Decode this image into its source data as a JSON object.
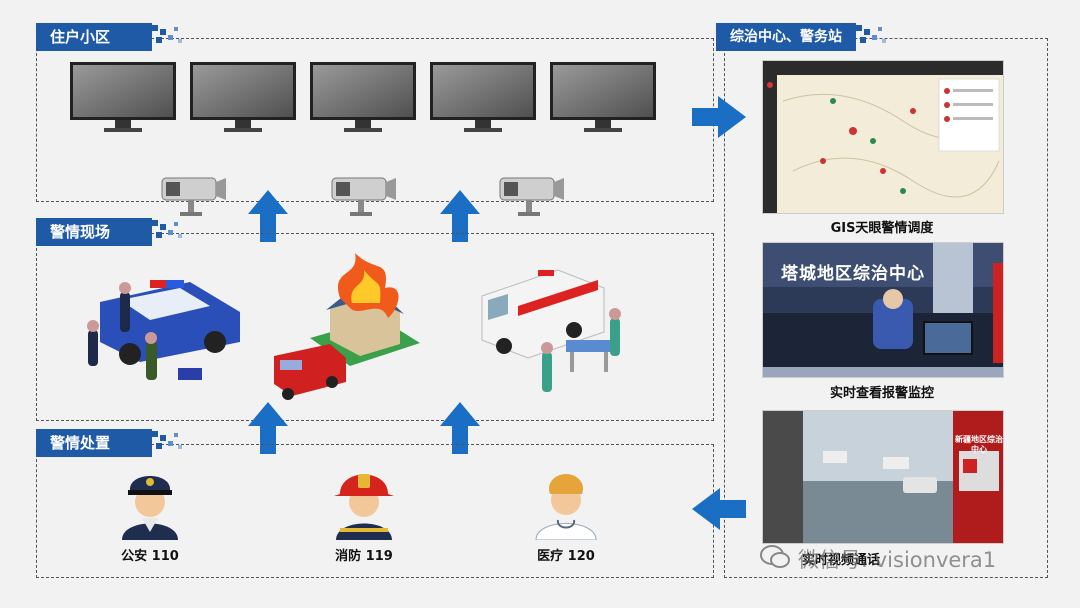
{
  "sections": {
    "residential": "住户小区",
    "scene": "警情现场",
    "handling": "警情处置",
    "center": "综治中心、警务站"
  },
  "center_panels": [
    {
      "caption": "GIS天眼警情调度"
    },
    {
      "caption": "实时查看报警监控",
      "banner": "塔城地区综治中心"
    },
    {
      "caption": "实时视频通话",
      "sign": "新疆地区综治中心"
    }
  ],
  "responders": [
    {
      "label": "公安 110",
      "icon": "police-officer-icon"
    },
    {
      "label": "消防 119",
      "icon": "firefighter-icon"
    },
    {
      "label": "医疗 120",
      "icon": "doctor-icon"
    }
  ],
  "watermark": "微信号: visionvera1",
  "colors": {
    "tag_blue": "#1e5aa6",
    "arrow_blue": "#1a6fc4",
    "dash": "#555555"
  }
}
